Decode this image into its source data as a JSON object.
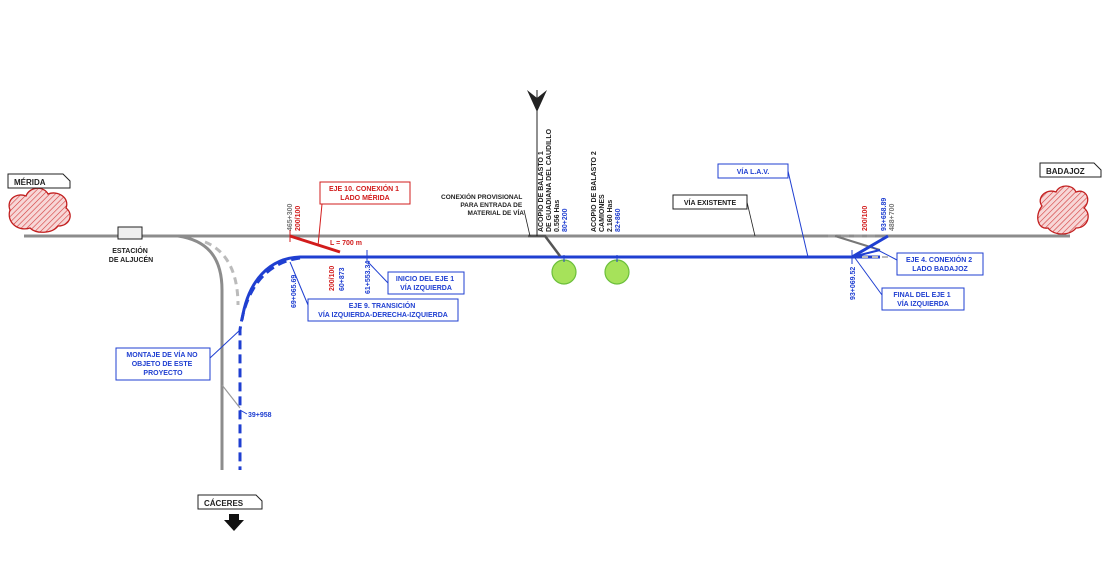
{
  "places": {
    "merida": "MÉRIDA",
    "badajoz": "BADAJOZ",
    "caceres": "CÁCERES"
  },
  "station": {
    "line1": "ESTACIÓN",
    "line2": "DE ALJUCÉN"
  },
  "boxes": {
    "eje10": {
      "line1": "EJE 10. CONEXIÓN 1",
      "line2": "LADO MÉRIDA"
    },
    "eje9": {
      "line1": "EJE 9. TRANSICIÓN",
      "line2": "VÍA IZQUIERDA-DERECHA-IZQUIERDA"
    },
    "inicio_eje1": {
      "line1": "INICIO DEL EJE 1",
      "line2": "VÍA IZQUIERDA"
    },
    "montaje": {
      "line1": "MONTAJE DE VÍA NO",
      "line2": "OBJETO DE ESTE",
      "line3": "PROYECTO"
    },
    "via_lav": "VÍA L.A.V.",
    "via_existente": "VÍA EXISTENTE",
    "eje4": {
      "line1": "EJE 4. CONEXIÓN 2",
      "line2": "LADO BADAJOZ"
    },
    "final_eje1": {
      "line1": "FINAL DEL EJE 1",
      "line2": "VÍA IZQUIERDA"
    }
  },
  "annotations": {
    "conexion_provisional": {
      "line1": "CONEXIÓN PROVISIONAL",
      "line2": "PARA ENTRADA DE",
      "line3": "MATERIAL DE VÍA"
    },
    "length": "L = 700 m",
    "acopio1": {
      "line1": "ACOPIO DE BALASTO 1",
      "line2": "DE GUADIANA DEL CAUDILLO",
      "line3": "0.556 Has",
      "pk": "80+200"
    },
    "acopio2": {
      "line1": "ACOPIO DE BALASTO 2",
      "line2": "CAMIONES",
      "line3": "2.160 Has",
      "pk": "82+860"
    }
  },
  "pks": {
    "pk_465": "465+300",
    "pk_200_100_a": "200/100",
    "pk_69": "69+065.69",
    "pk_200_100_b": "200/100",
    "pk_60": "60+873",
    "pk_61": "61+553.34",
    "pk_39": "39+958",
    "pk_93_52": "93+069.52",
    "pk_200_100_c": "200/100",
    "pk_93_89": "93+658.89",
    "pk_488": "488+700"
  },
  "colors": {
    "track_existing": "#888888",
    "lav_blue": "#1f3fd1",
    "connection_red": "#d21c1c",
    "stockpile_green": "#a6e25a",
    "city_hatch": "#d33a3a"
  }
}
